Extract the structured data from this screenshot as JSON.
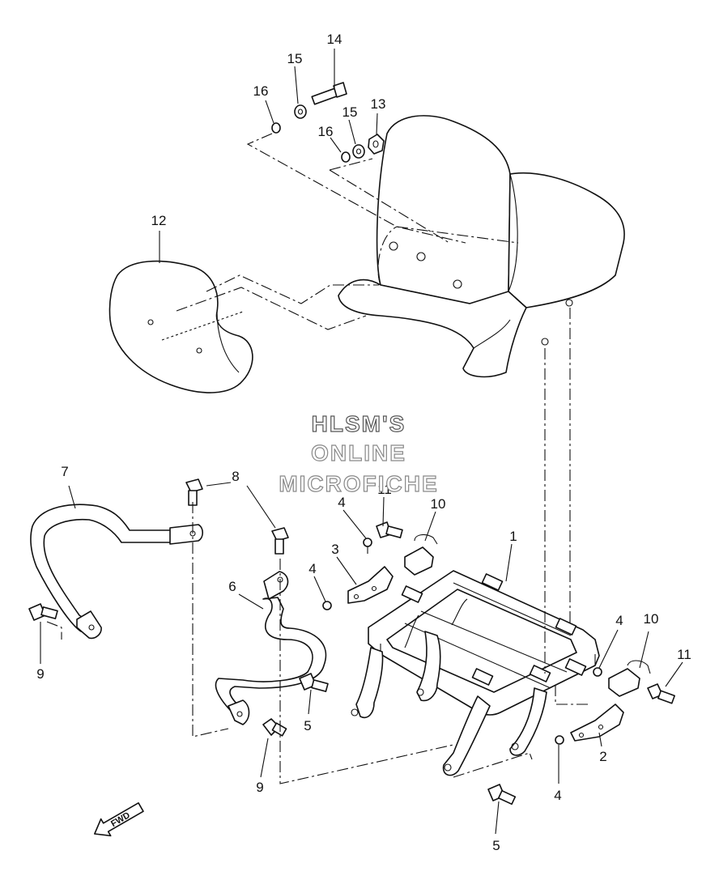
{
  "watermark": {
    "line1": "HLSM'S",
    "line2": "ONLINE",
    "line3": "MICROFICHE"
  },
  "direction_arrow": {
    "label": "FWD"
  },
  "callouts": {
    "c1": "1",
    "c2": "2",
    "c3": "3",
    "c4a": "4",
    "c4b": "4",
    "c4c": "4",
    "c4d": "4",
    "c5a": "5",
    "c5b": "5",
    "c6": "6",
    "c7": "7",
    "c8": "8",
    "c9a": "9",
    "c9b": "9",
    "c10a": "10",
    "c10b": "10",
    "c11a": "11",
    "c11b": "11",
    "c12": "12",
    "c13": "13",
    "c14": "14",
    "c15a": "15",
    "c15b": "15",
    "c16a": "16",
    "c16b": "16"
  }
}
